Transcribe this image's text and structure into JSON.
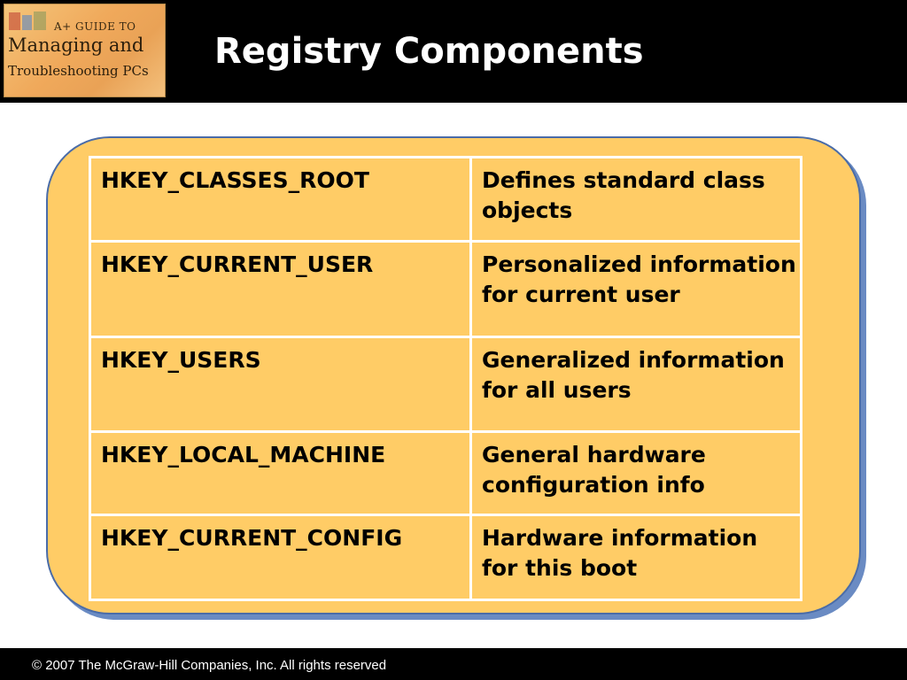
{
  "header": {
    "logo": {
      "line1": "A+ GUIDE TO",
      "line2": "Managing and",
      "line3": "Troubleshooting PCs"
    },
    "title": "Registry Components"
  },
  "table": {
    "rows": [
      {
        "key": "HKEY_CLASSES_ROOT",
        "description": "Defines standard class objects"
      },
      {
        "key": "HKEY_CURRENT_USER",
        "description": "Personalized information for current user"
      },
      {
        "key": "HKEY_USERS",
        "description": "Generalized information for all users"
      },
      {
        "key": "HKEY_LOCAL_MACHINE",
        "description": "General hardware configuration info"
      },
      {
        "key": "HKEY_CURRENT_CONFIG",
        "description": "Hardware information for this boot"
      }
    ]
  },
  "footer": {
    "copyright": "© 2007 The McGraw-Hill Companies, Inc. All rights reserved"
  },
  "colors": {
    "header_bg": "#000000",
    "title_text": "#ffffff",
    "panel_fill": "#ffcc66",
    "panel_border": "#4a6ca8",
    "table_grid": "#ffffff"
  }
}
